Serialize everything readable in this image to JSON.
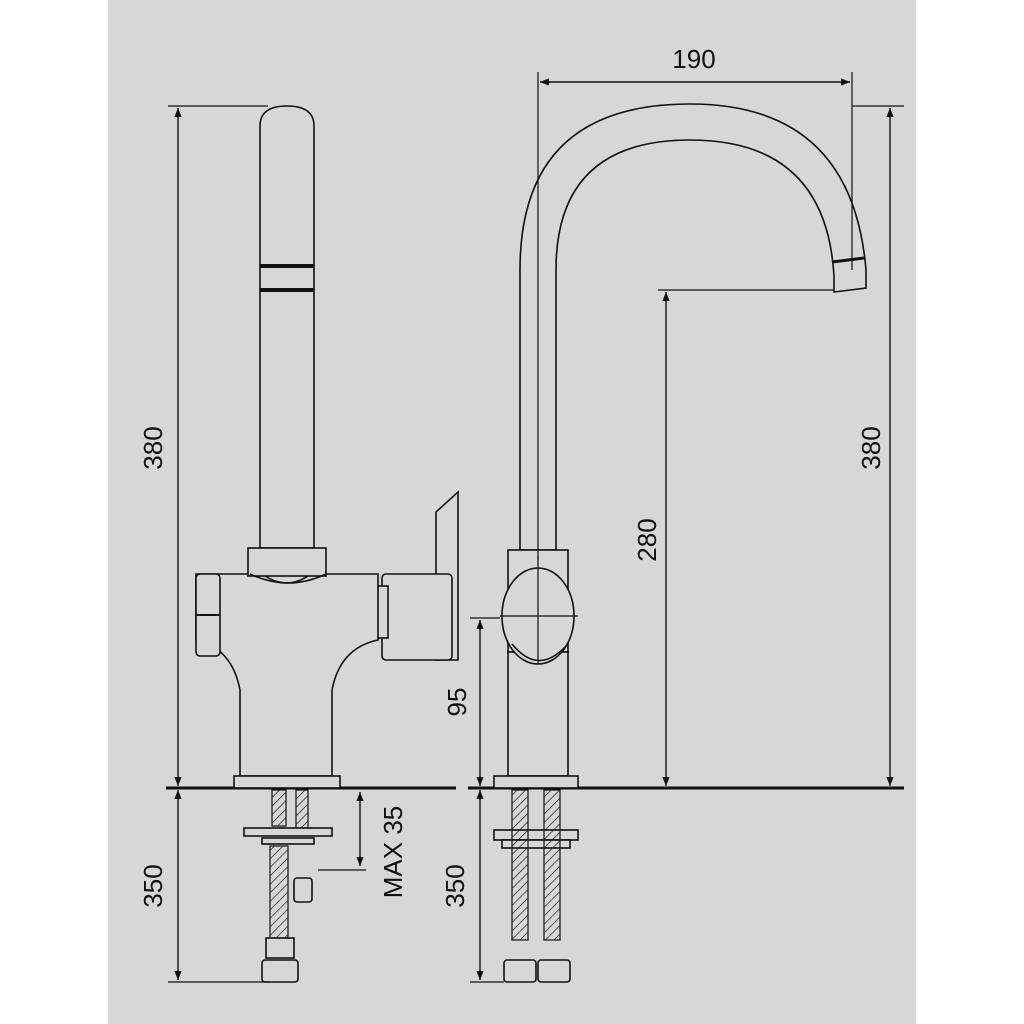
{
  "dimensions": {
    "spout_reach": "190",
    "height_left": "380",
    "height_right": "380",
    "spout_outlet_height": "280",
    "lever_height": "95",
    "hose_length_left": "350",
    "hose_length_right": "350",
    "max_countertop": "MAX 35"
  },
  "colors": {
    "background": "#d6d7d9",
    "line": "#111111",
    "page": "#ffffff"
  }
}
